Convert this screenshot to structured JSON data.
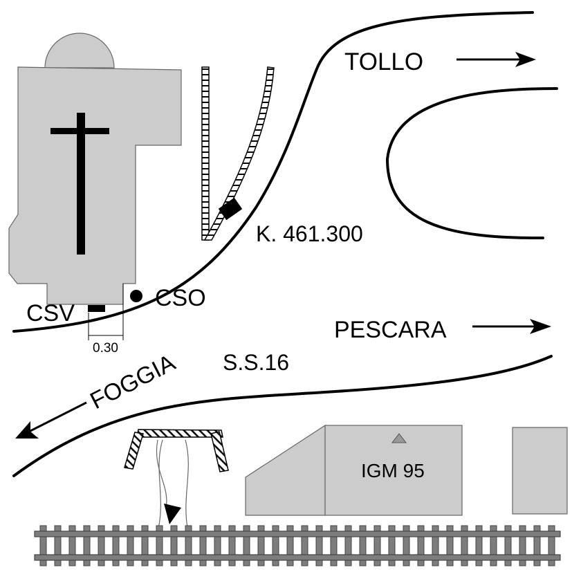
{
  "labels": {
    "tollo": "TOLLO",
    "km": "K. 461.300",
    "cso": "CSO",
    "csv": "CSV",
    "offset": "0.30",
    "pescara": "PESCARA",
    "foggia": "FOGGIA",
    "road_name": "S.S.16",
    "igm": "IGM 95"
  },
  "colors": {
    "building_fill": "#cccccc",
    "building_stroke": "#666666",
    "line": "#000000",
    "rail": "#7d7d7d",
    "marker": "#999999"
  }
}
